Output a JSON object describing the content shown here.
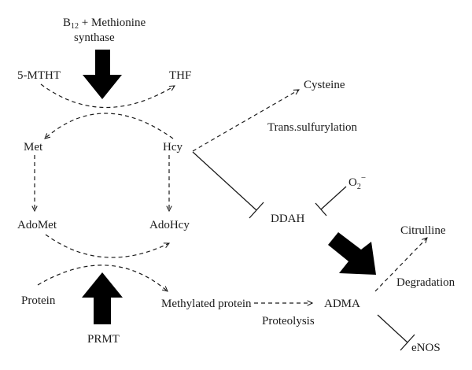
{
  "nodes": {
    "b12_line1": "B",
    "b12_sub": "12",
    "b12_rest": " + Methionine",
    "synthase": "synthase",
    "mtht": "5-MTHT",
    "thf": "THF",
    "cysteine": "Cysteine",
    "transsulfurylation": "Trans.sulfurylation",
    "met": "Met",
    "hcy": "Hcy",
    "o2": "O",
    "o2_sub": "2",
    "o2_sup": "−",
    "ddah": "DDAH",
    "adomet": "AdoMet",
    "adohcy": "AdoHcy",
    "citrulline": "Citrulline",
    "degradation": "Degradation",
    "protein": "Protein",
    "methylated_protein": "Methylated protein",
    "proteolysis": "Proteolysis",
    "adma": "ADMA",
    "prmt": "PRMT",
    "enos": "eNOS"
  },
  "colors": {
    "ink": "#1a1a1a",
    "arrow_fill": "#000000",
    "background": "#ffffff"
  }
}
